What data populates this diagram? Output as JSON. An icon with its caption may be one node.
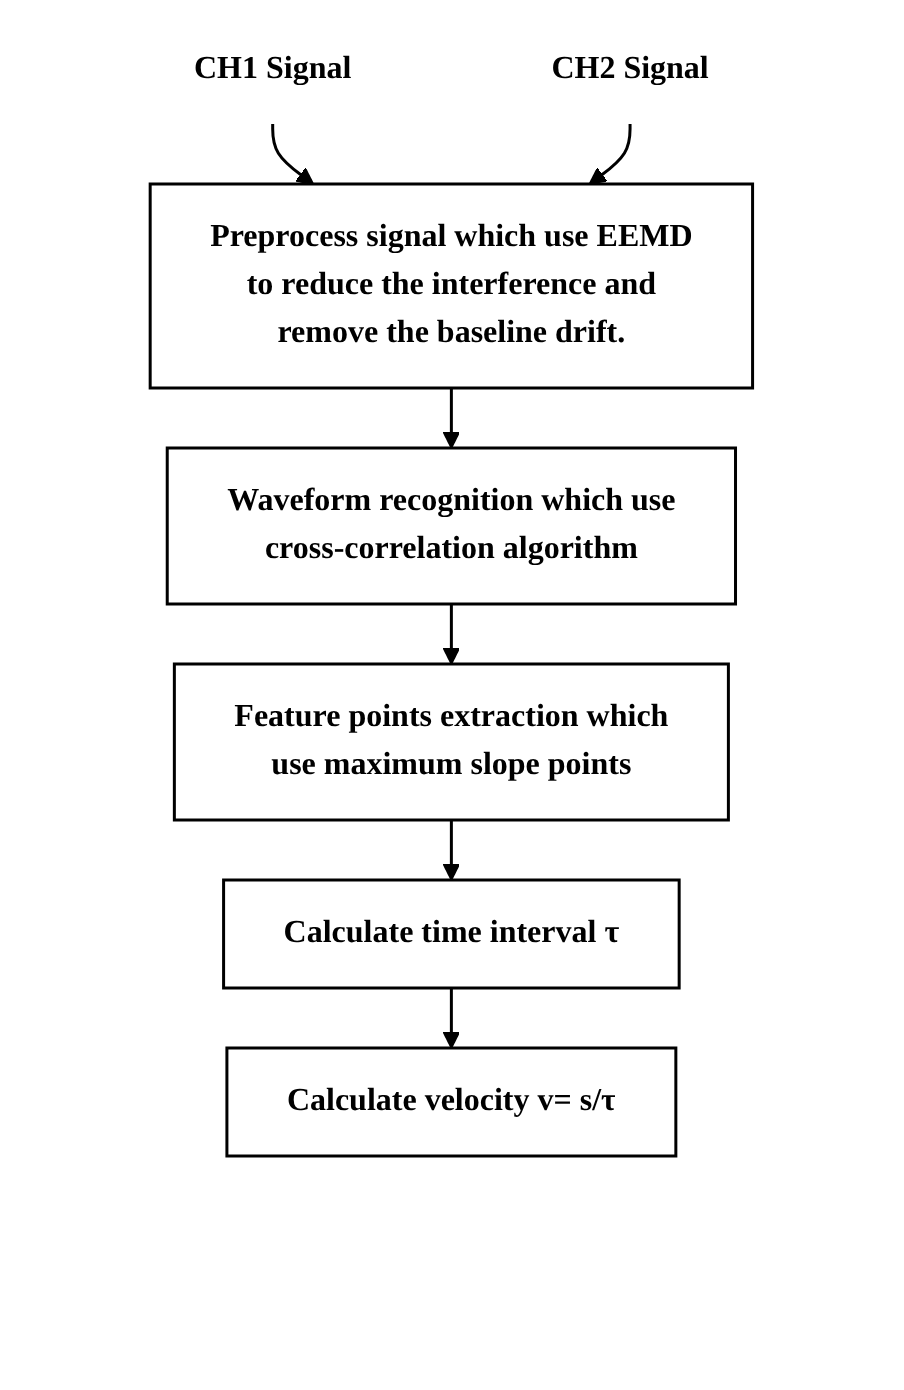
{
  "diagram": {
    "nodes": [
      {
        "text": [
          "CH1 Signal"
        ]
      },
      {
        "text": [
          "CH2 Signal"
        ]
      },
      {
        "text": [
          "Preprocess signal which use EEMD to reduce the interference and remove the baseline drift."
        ]
      },
      {
        "text": [
          "Waveform recognition which use cross-correlation algorithm"
        ]
      },
      {
        "text": [
          "Feature points extraction which use maximum slope points"
        ]
      },
      {
        "text": [
          "Calculate time interval τ"
        ]
      },
      {
        "text": [
          "Calculate velocity v= s/τ"
        ]
      }
    ],
    "edges": [
      {
        "from": 0,
        "to": 2,
        "arrow": "to"
      },
      {
        "from": 1,
        "to": 2,
        "arrow": "to"
      },
      {
        "from": 2,
        "to": 3,
        "arrow": "to"
      },
      {
        "from": 3,
        "to": 4,
        "arrow": "to"
      },
      {
        "from": 4,
        "to": 5,
        "arrow": "to"
      },
      {
        "from": 5,
        "to": 6,
        "arrow": "to"
      }
    ]
  }
}
